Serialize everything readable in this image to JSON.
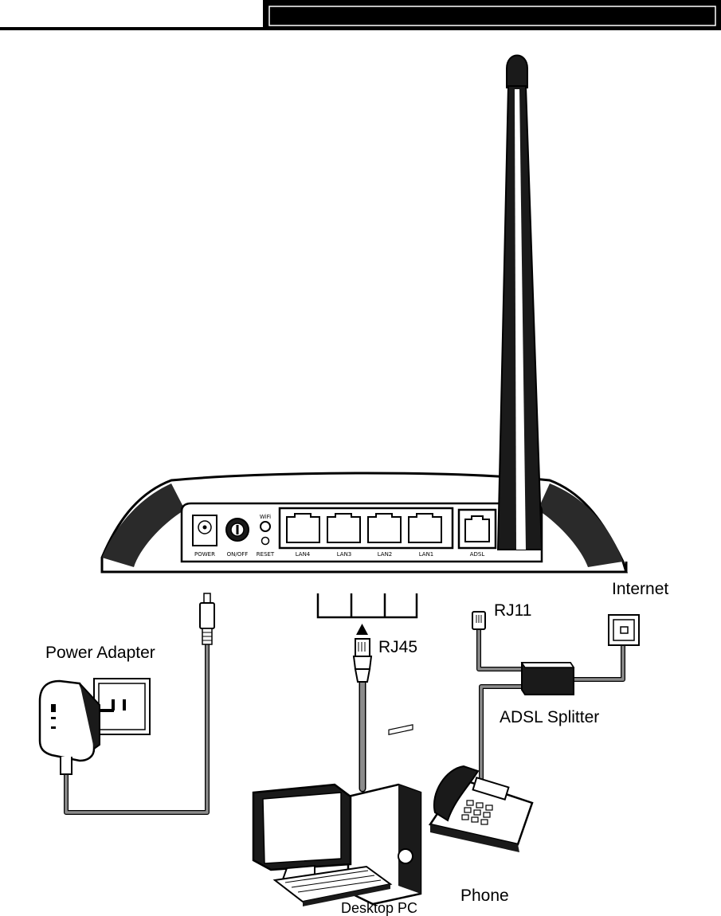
{
  "header": {
    "bar_color": "#000000"
  },
  "router": {
    "ports": {
      "power": "POWER",
      "onoff": "ON/OFF",
      "wifi": "WiFi",
      "reset": "RESET",
      "lan4": "LAN4",
      "lan3": "LAN3",
      "lan2": "LAN2",
      "lan1": "LAN1",
      "adsl": "ADSL"
    }
  },
  "labels": {
    "internet": "Internet",
    "rj11": "RJ11",
    "power_adapter": "Power Adapter",
    "rj45": "RJ45",
    "adsl_splitter": "ADSL Splitter",
    "desktop_pc": "Desktop PC",
    "phone": "Phone"
  },
  "colors": {
    "cable": "#8c8c8c",
    "outline": "#000000",
    "fill_dark": "#1a1a1a"
  }
}
